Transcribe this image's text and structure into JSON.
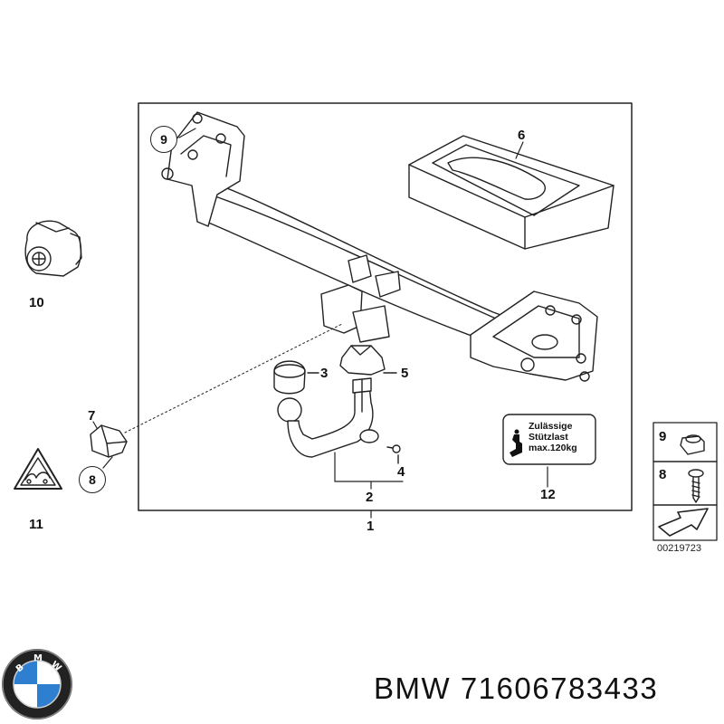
{
  "diagram": {
    "callouts": {
      "c1": "1",
      "c2": "2",
      "c3": "3",
      "c4": "4",
      "c5": "5",
      "c6": "6",
      "c7": "7",
      "c8": "8",
      "c9": "9",
      "c10": "10",
      "c11": "11",
      "c12": "12",
      "side9": "9",
      "side8": "8"
    },
    "sign": {
      "line1": "Zulässige",
      "line2": "Stützlast",
      "line3": "max.120kg"
    },
    "reference_number": "00219723"
  },
  "caption": {
    "brand": "BMW",
    "part_number": "71606783433"
  },
  "colors": {
    "line": "#222222",
    "brand_blue": "#2f7fd0"
  }
}
